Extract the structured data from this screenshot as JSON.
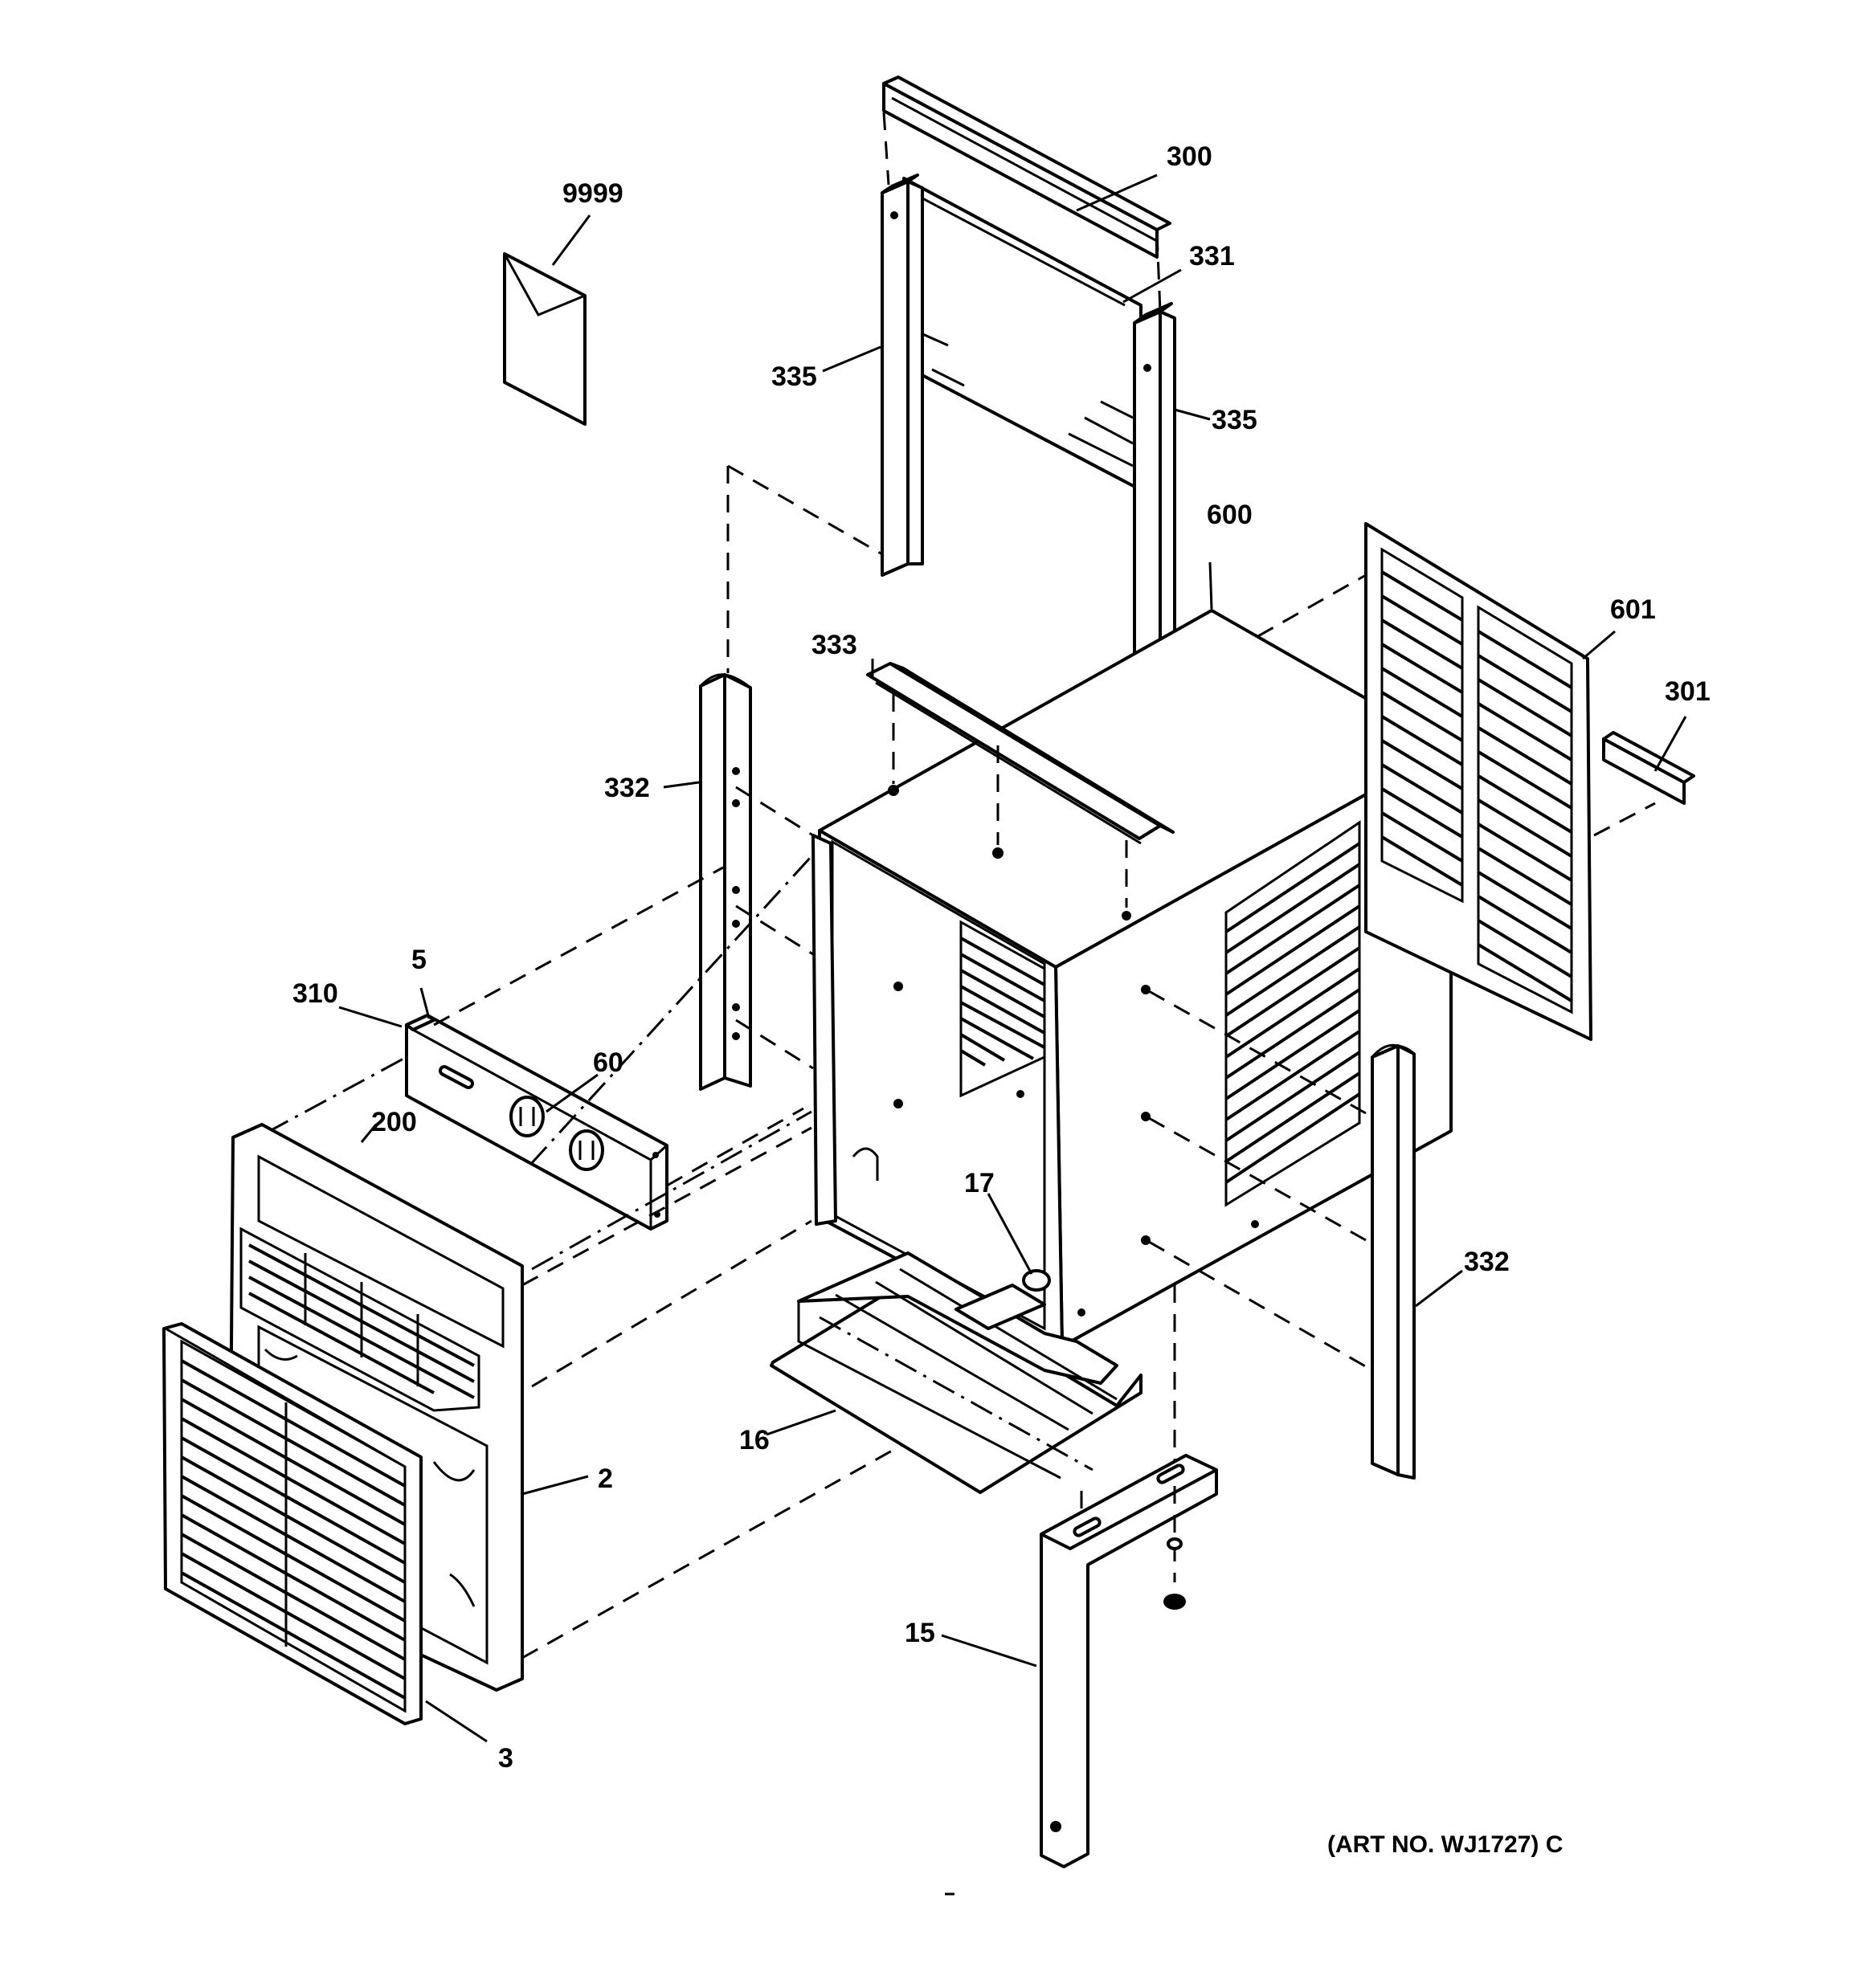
{
  "callouts": {
    "p9999": "9999",
    "p300": "300",
    "p331": "331",
    "p335_left": "335",
    "p335_right": "335",
    "p600": "600",
    "p601": "601",
    "p301": "301",
    "p333": "333",
    "p332_left": "332",
    "p332_right": "332",
    "p5": "5",
    "p310": "310",
    "p60": "60",
    "p200": "200",
    "p17": "17",
    "p16": "16",
    "p2": "2",
    "p3": "3",
    "p15": "15"
  },
  "art_number": "(ART NO. WJ1727) C"
}
